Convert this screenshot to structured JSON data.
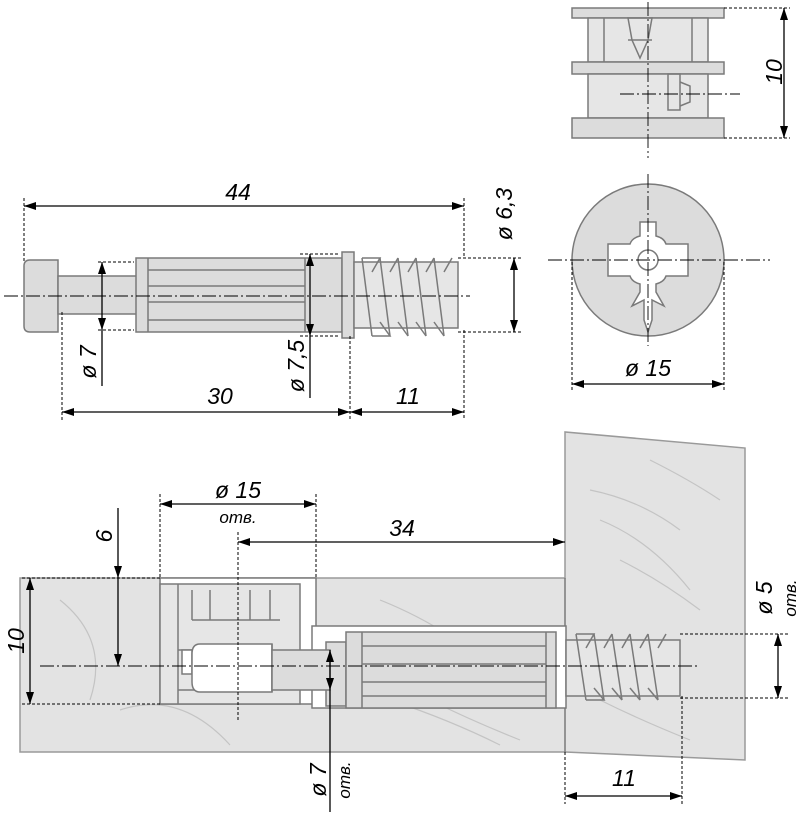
{
  "drawing": {
    "top_view": {
      "height_label": "10"
    },
    "bolt_view": {
      "length_label": "44",
      "thread_diameter_label": "ø 6,3",
      "neck_diameter_label": "ø 7",
      "shank_diameter_label": "ø 7,5",
      "shank_length_label": "30",
      "thread_length_label": "11"
    },
    "cam_view": {
      "diameter_label": "ø 15"
    },
    "assembly": {
      "hole_diameter_label": "ø 15",
      "hole_note": "отв.",
      "distance_label": "34",
      "depth_label": "6",
      "board_thickness_label": "10",
      "side_hole_label": "ø 5",
      "side_hole_note": "отв.",
      "bottom_hole_label": "ø 7",
      "bottom_hole_note": "отв.",
      "thread_length_label": "11"
    }
  },
  "colors": {
    "line": "#000000",
    "part_outline": "#7a7a7a",
    "part_fill": "#dcdcdc",
    "board_fill": "#e3e3e3",
    "grain": "#c4c4c4"
  }
}
